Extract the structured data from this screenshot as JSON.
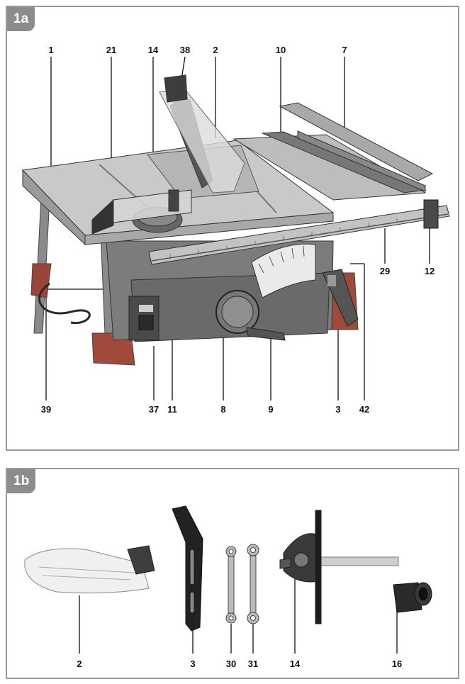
{
  "figure_a": {
    "tag": "1a",
    "labels": [
      "1",
      "21",
      "14",
      "38",
      "2",
      "10",
      "7",
      "29",
      "12",
      "39",
      "37",
      "11",
      "8",
      "9",
      "3",
      "42"
    ]
  },
  "figure_b": {
    "tag": "1b",
    "labels": [
      "2",
      "3",
      "30",
      "31",
      "14",
      "16"
    ]
  },
  "colors": {
    "panel_border": "#9a9a9a",
    "tag_bg": "#8c8c8c",
    "metal": "#8a8a8a",
    "dark": "#3a3a3a",
    "red_accent": "#b84a3a"
  }
}
